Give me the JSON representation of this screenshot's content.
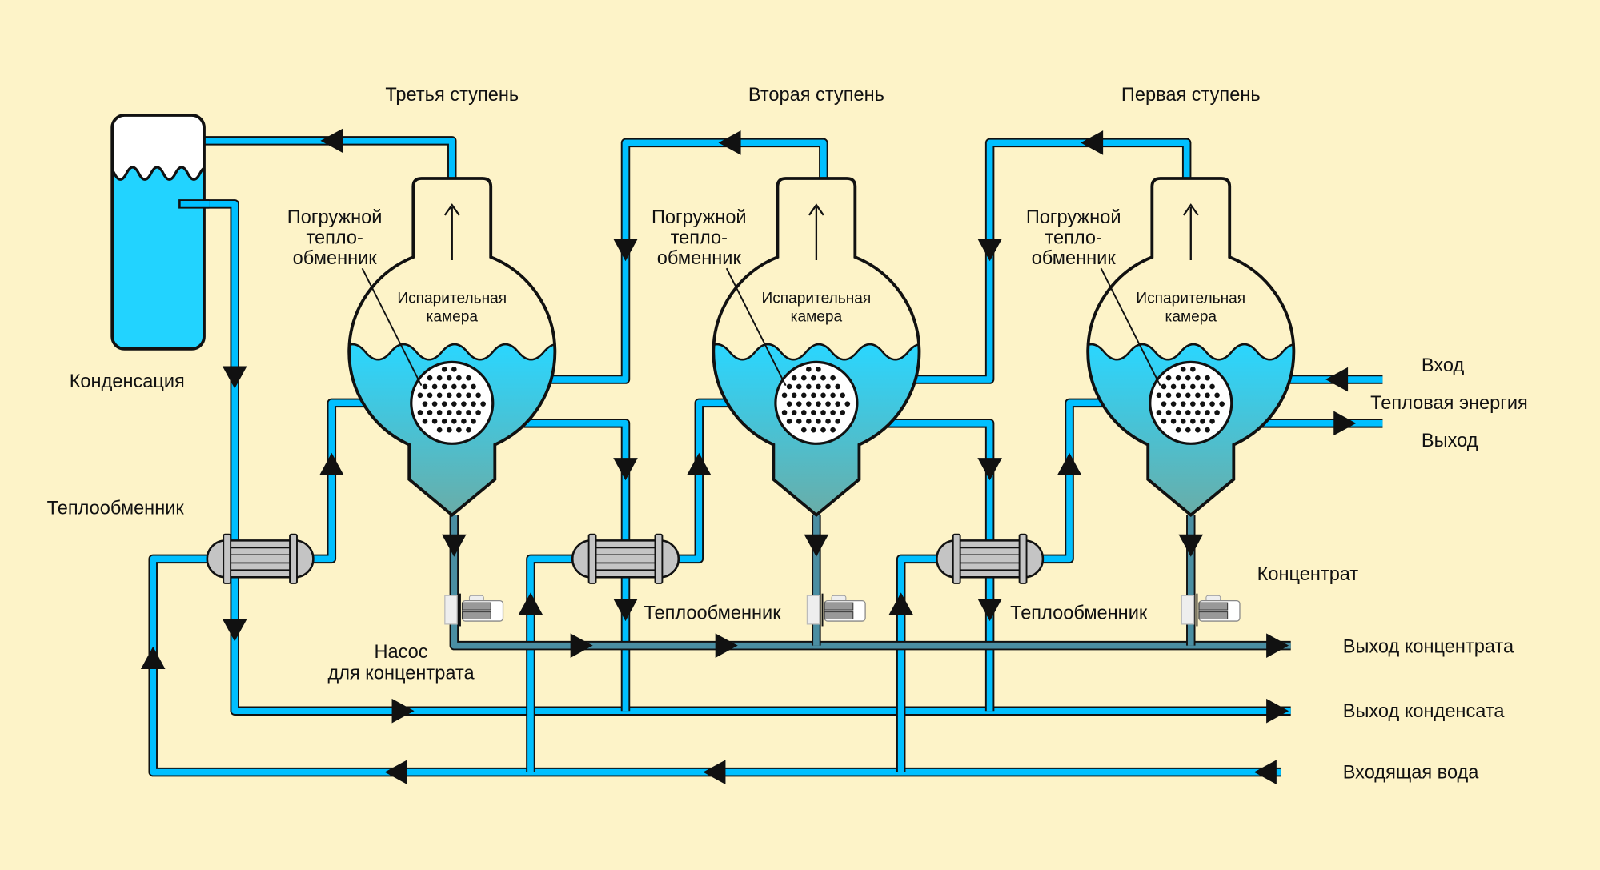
{
  "stages": [
    {
      "title": "Третья ступень",
      "coil_label": [
        "Погружной",
        "тепло-",
        "обменник"
      ],
      "chamber_label": [
        "Испарительная",
        "камера"
      ]
    },
    {
      "title": "Вторая ступень",
      "coil_label": [
        "Погружной",
        "тепло-",
        "обменник"
      ],
      "chamber_label": [
        "Испарительная",
        "камера"
      ]
    },
    {
      "title": "Первая ступень",
      "coil_label": [
        "Погружной",
        "тепло-",
        "обменник"
      ],
      "chamber_label": [
        "Испарительная",
        "камера"
      ]
    }
  ],
  "labels": {
    "condensation": "Конденсация",
    "heat_exchanger_1": "Теплообменник",
    "heat_exchanger_2": "Теплообменник",
    "heat_exchanger_3": "Теплообменник",
    "pump": [
      "Насос",
      "для концентрата"
    ],
    "concentrate": "Концентрат",
    "heat_in": "Вход",
    "heat_energy": "Тепловая энергия",
    "heat_out": "Выход",
    "concentrate_out": "Выход концентрата",
    "condensate_out": "Выход конденсата",
    "incoming_water": "Входящая вода"
  },
  "colors": {
    "background": "#fdf3c8",
    "water_pipe": "#00bfff",
    "concentrate_pipe": "#4a8ea2",
    "liquid_top": "#2ad6ff",
    "liquid_bottom": "#6aaca4",
    "heat_exchanger": "#c4c4c4"
  }
}
